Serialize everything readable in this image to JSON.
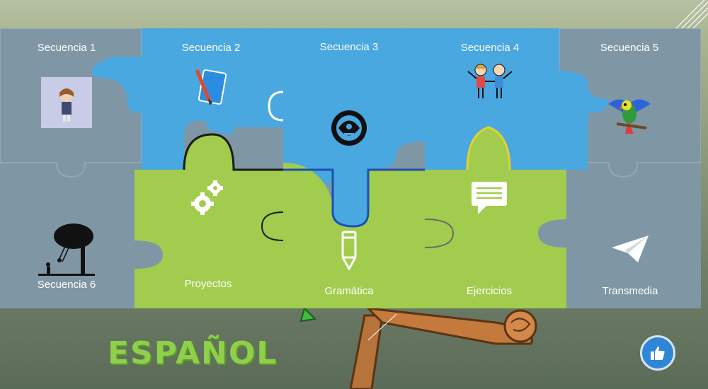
{
  "colors": {
    "panel_bg": "#7f97a5",
    "blue_piece": "#4aa8e0",
    "green_piece": "#a2cc4e",
    "title": "#8ed04a",
    "like_button": "#2f86d6"
  },
  "tiles": [
    {
      "label": "Secuencia 1",
      "icon": "girl-avatar-icon"
    },
    {
      "label": "Secuencia 2",
      "icon": "pencil-notebook-icon"
    },
    {
      "label": "Secuencia 3",
      "icon": "aztec-glyph-icon"
    },
    {
      "label": "Secuencia 4",
      "icon": "children-holding-hands-icon"
    },
    {
      "label": "Secuencia 5",
      "icon": "parrot-icon"
    },
    {
      "label": "Secuencia 6",
      "icon": "tree-swing-silhouette-icon"
    },
    {
      "label": "Proyectos",
      "icon": "gears-icon"
    },
    {
      "label": "Gramática",
      "icon": "pencil-icon"
    },
    {
      "label": "Ejercicios",
      "icon": "chat-bubble-icon"
    },
    {
      "label": "Transmedia",
      "icon": "paper-plane-icon"
    }
  ],
  "title": "ESPAÑOL",
  "like_button": {
    "icon": "thumbs-up-icon"
  }
}
